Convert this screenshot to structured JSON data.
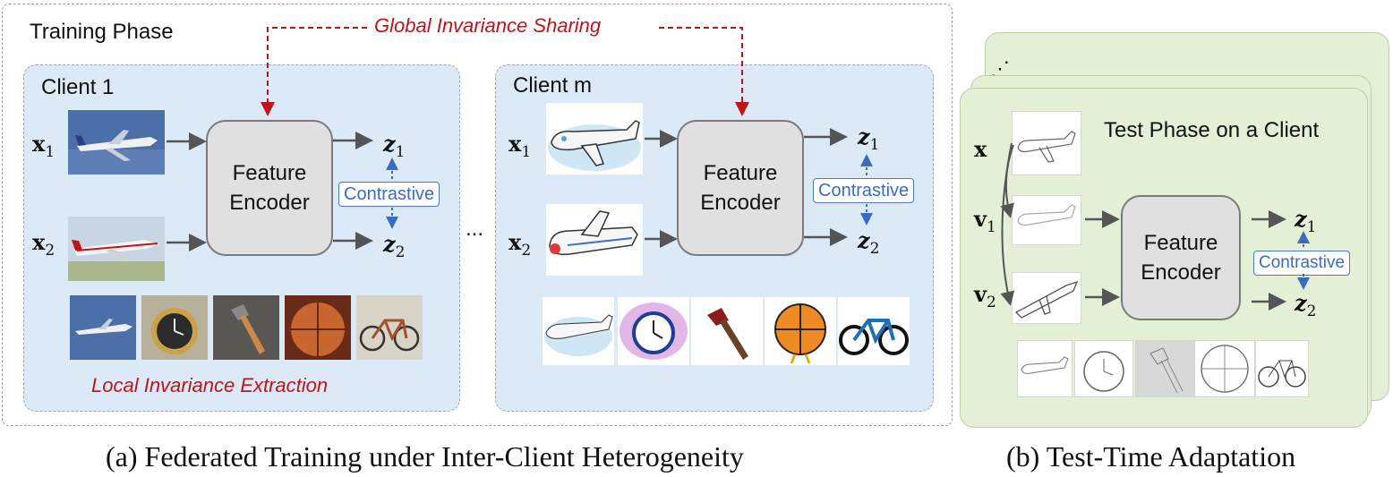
{
  "training": {
    "title": "Training Phase",
    "global_label": "Global Invariance Sharing",
    "local_label": "Local Invariance Extraction",
    "ellipsis": "..."
  },
  "client1": {
    "label": "Client 1",
    "encoder": "Feature\nEncoder",
    "contrastive": "Contrastive",
    "x1": "x",
    "x1_sub": "1",
    "x2": "x",
    "x2_sub": "2",
    "z1": "z",
    "z1_sub": "1",
    "z2": "z",
    "z2_sub": "2"
  },
  "clientm": {
    "label": "Client m",
    "encoder": "Feature\nEncoder",
    "contrastive": "Contrastive",
    "x1": "x",
    "x1_sub": "1",
    "x2": "x",
    "x2_sub": "2",
    "z1": "z",
    "z1_sub": "1",
    "z2": "z",
    "z2_sub": "2"
  },
  "test": {
    "title": "Test Phase on a Client",
    "encoder": "Feature\nEncoder",
    "contrastive": "Contrastive",
    "x": "x",
    "v1": "v",
    "v1_sub": "1",
    "v2": "v",
    "v2_sub": "2",
    "z1": "z",
    "z1_sub": "1",
    "z2": "z",
    "z2_sub": "2",
    "stack_dots": "⋰"
  },
  "captions": {
    "a": "(a)  Federated Training under Inter-Client Heterogeneity",
    "b": "(b)  Test-Time Adaptation"
  },
  "colors": {
    "red": "#c0141b",
    "blue": "#3a6cc0",
    "client_bg": "#dce9f6",
    "test_bg": "#e3f0d6"
  }
}
